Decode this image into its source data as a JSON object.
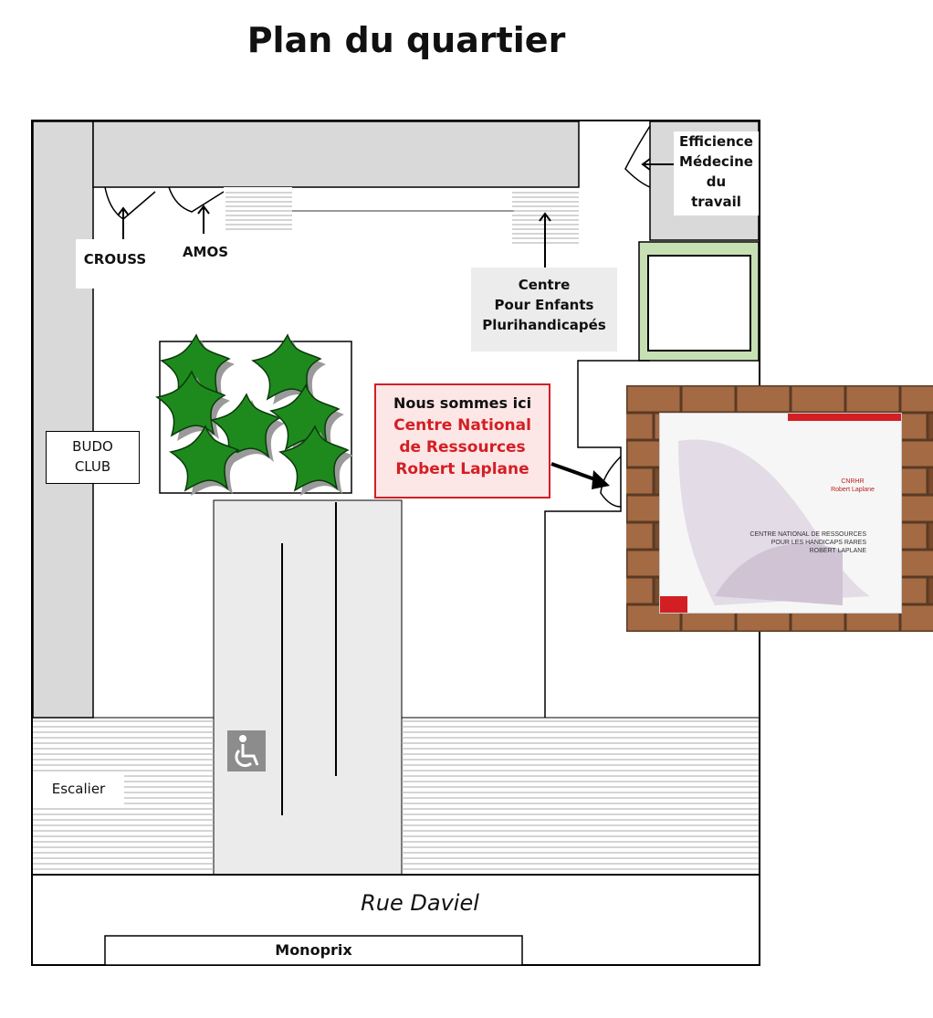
{
  "title": "Plan du quartier",
  "labels": {
    "crouss": "CROUSS",
    "amos": "AMOS",
    "efficience_1": "Efficience",
    "efficience_2": "Médecine du",
    "efficience_3": "travail",
    "cpep_1": "Centre",
    "cpep_2": "Pour Enfants",
    "cpep_3": "Plurihandicapés",
    "budo_1": "BUDO",
    "budo_2": "CLUB",
    "escalier": "Escalier",
    "rue": "Rue Daviel",
    "monoprix": "Monoprix"
  },
  "callout": {
    "line1": "Nous sommes ici",
    "line2": "Centre National",
    "line3": "de Ressources",
    "line4": "Robert Laplane"
  },
  "plaque": {
    "logo_1": "CNRHR",
    "logo_2": "Robert Laplane",
    "line1": "CENTRE NATIONAL DE RESSOURCES",
    "line2": "POUR LES HANDICAPS RARES",
    "line3": "ROBERT LAPLANE"
  },
  "colors": {
    "callout_border": "#d31f24",
    "plant": "#1e8a1e",
    "green_frame": "#c6e0b4",
    "grey_zone": "#d9d9d9"
  },
  "icons": [
    "wheelchair-icon",
    "plant-icon",
    "arrow-icon"
  ]
}
